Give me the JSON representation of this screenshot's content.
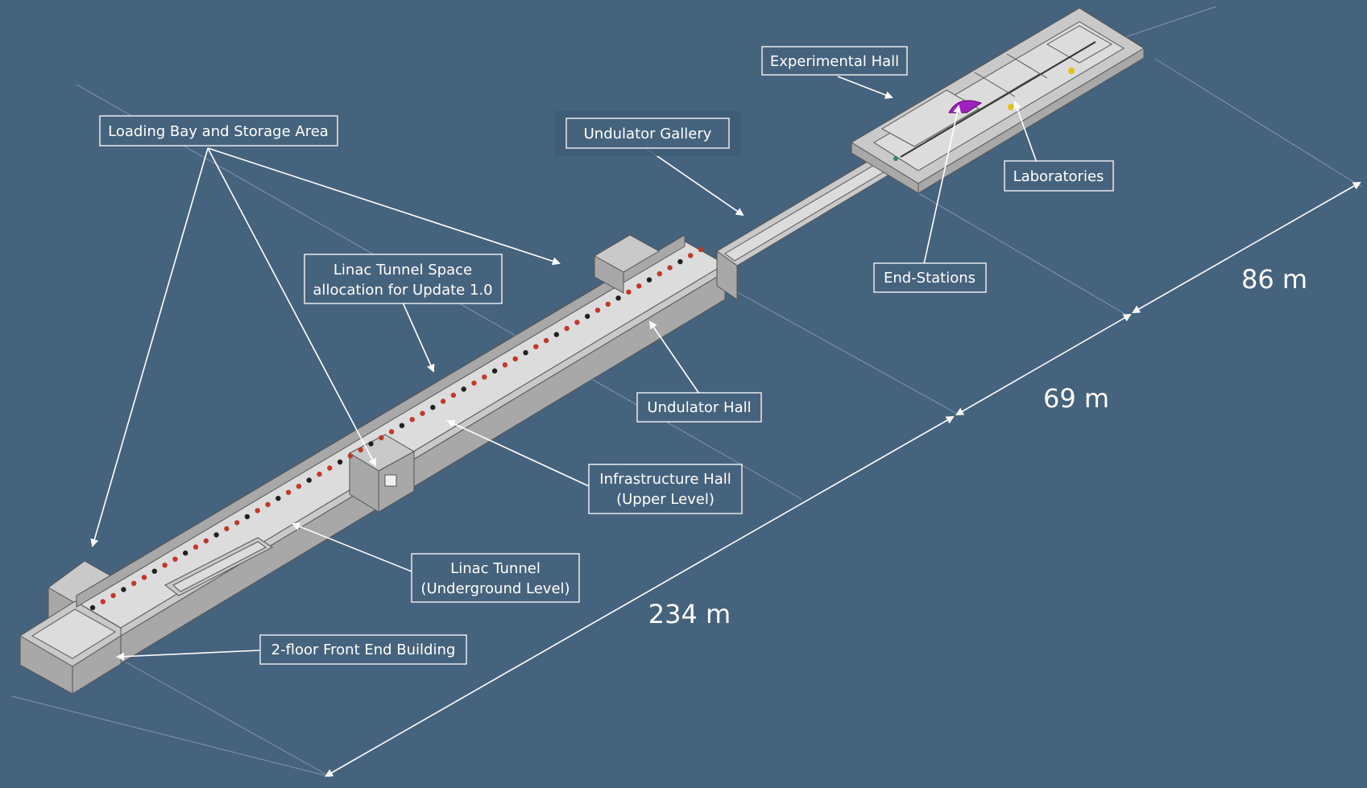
{
  "labels": {
    "experimental_hall": "Experimental Hall",
    "loading_bay": "Loading Bay and Storage Area",
    "undulator_gallery": "Undulator Gallery",
    "laboratories": "Laboratories",
    "linac_space_line1": "Linac Tunnel Space",
    "linac_space_line2": "allocation for Update 1.0",
    "end_stations": "End-Stations",
    "undulator_hall": "Undulator Hall",
    "infrastructure_line1": "Infrastructure Hall",
    "infrastructure_line2": "(Upper Level)",
    "linac_tunnel_line1": "Linac Tunnel",
    "linac_tunnel_line2": "(Underground Level)",
    "front_end": "2-floor Front End Building"
  },
  "dimensions": {
    "total": "234 m",
    "middle": "69 m",
    "end": "86 m"
  },
  "colors": {
    "background": "#46637d",
    "walls": "#c9c9c9",
    "equipment": "#c0392b",
    "end_station": "#a020c0",
    "label_border": "#ffffff"
  }
}
